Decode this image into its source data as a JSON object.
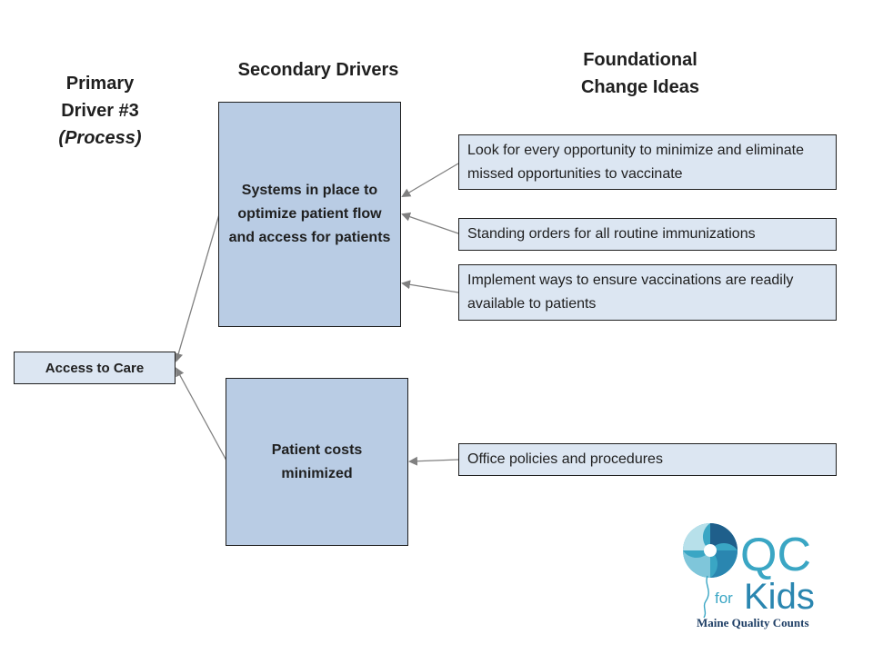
{
  "headings": {
    "primary": {
      "line1": "Primary",
      "line2": "Driver #3",
      "line3": "(Process)"
    },
    "secondary": "Secondary Drivers",
    "foundational": {
      "line1": "Foundational",
      "line2": "Change Ideas"
    }
  },
  "primary_driver": {
    "label": "Access to Care"
  },
  "secondary_drivers": [
    {
      "label": "Systems in place to optimize patient flow and access for patients"
    },
    {
      "label": "Patient costs minimized"
    }
  ],
  "change_ideas": [
    {
      "label": "Look for every opportunity to minimize and eliminate missed opportunities to vaccinate"
    },
    {
      "label": "Standing orders for all routine immunizations"
    },
    {
      "label": "Implement ways to ensure vaccinations are readily available to patients"
    },
    {
      "label": "Office policies and procedures"
    }
  ],
  "logo": {
    "title": "QC",
    "for": "for",
    "kids": "Kids",
    "tagline": "Maine Quality Counts"
  },
  "colors": {
    "driver_fill": "#b9cce4",
    "idea_fill": "#dce6f2",
    "arrow": "#808080",
    "logo_teal": "#3aa6c4",
    "logo_navy": "#1f3f66"
  }
}
